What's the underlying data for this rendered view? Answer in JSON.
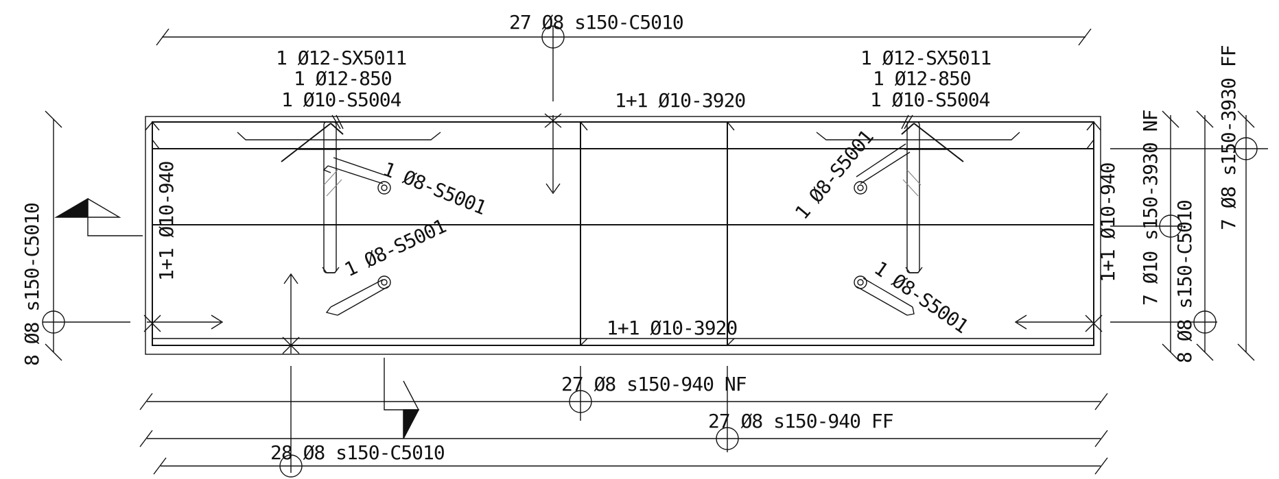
{
  "labels": {
    "top_dim": "27 Ø8 s150-C5010",
    "left_upper_a": "1 Ø12-SX5011",
    "left_upper_b": "1 Ø12-850",
    "left_upper_c": "1 Ø10-S5004",
    "right_upper_a": "1 Ø12-SX5011",
    "right_upper_b": "1 Ø12-850",
    "right_upper_c": "1 Ø10-S5004",
    "top_long_bar": "1+1 Ø10-3920",
    "bottom_long_bar": "1+1 Ø10-3920",
    "left_end_bar": "1+1 Ø10-940",
    "right_end_bar": "1+1 Ø10-940",
    "stirrup_tl": "1 Ø8-S5001",
    "stirrup_bl": "1 Ø8-S5001",
    "stirrup_tr": "1 Ø8-S5001",
    "stirrup_br": "1 Ø8-S5001",
    "left_vertical": "8 Ø8 s150-C5010",
    "right_vertical_1": "7 Ø10 s150-3930 NF",
    "right_vertical_2": "8 Ø8 s150-C5010",
    "right_vertical_3": "7 Ø8 s150-3930 FF",
    "bottom_dim_1": "27 Ø8 s150-940 NF",
    "bottom_dim_2": "27 Ø8 s150-940 FF",
    "bottom_dim_3": "28 Ø8 s150-C5010"
  }
}
